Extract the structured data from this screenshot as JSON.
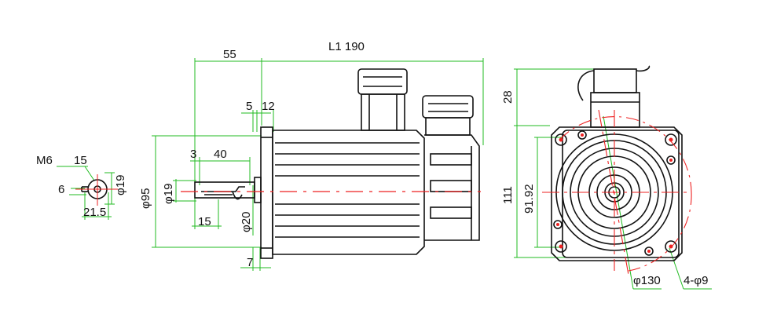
{
  "colors": {
    "outline": "#111111",
    "dimension": "#22bb22",
    "centerline": "#ee2222",
    "background": "#ffffff"
  },
  "shaft_end": {
    "thread": "M6",
    "depth": "15",
    "key_width": "6",
    "shaft_dia": "φ19",
    "key_height": "21.5"
  },
  "side_view": {
    "overall_length": "L1 190",
    "shaft_length": "55",
    "flange_dim_a": "5",
    "flange_dim_b": "12",
    "key_offset": "3",
    "key_length": "40",
    "key_depth": "15",
    "pilot_dia": "φ95",
    "shaft_dia": "φ19",
    "shoulder_dia": "φ20",
    "flange_thickness": "7"
  },
  "front_view": {
    "connector_height": "28",
    "square_size": "111",
    "bolt_spacing": "91.92",
    "pcd": "φ130",
    "holes": "4-φ9"
  }
}
